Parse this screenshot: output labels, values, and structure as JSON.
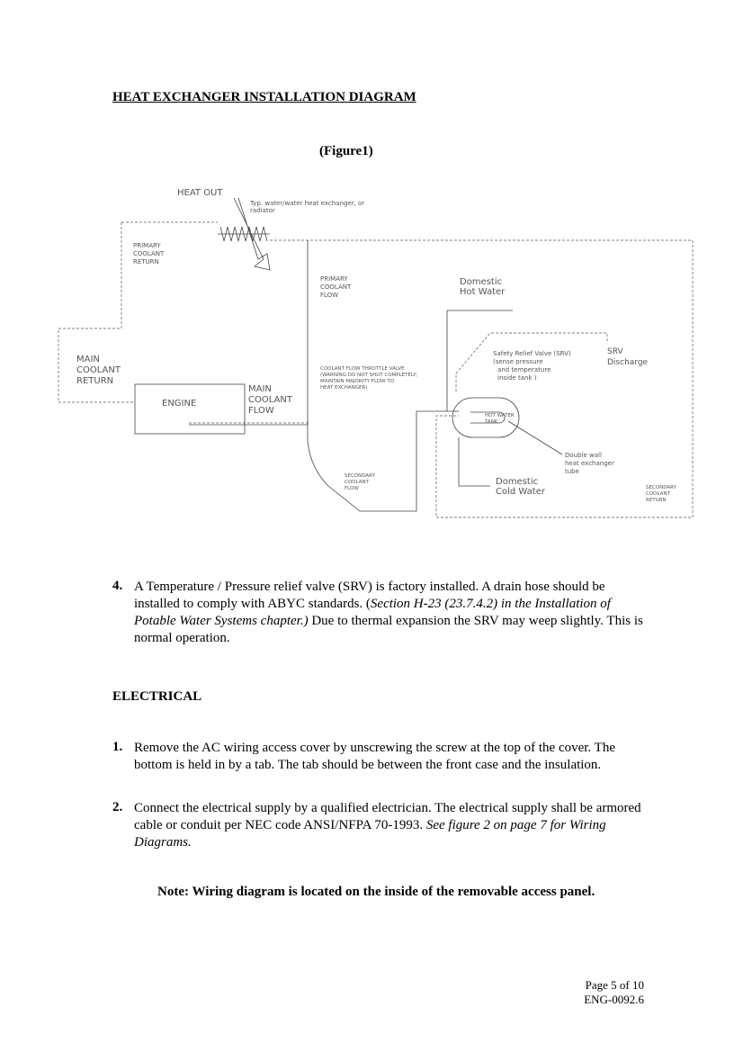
{
  "title": "HEAT EXCHANGER INSTALLATION DIAGRAM",
  "figure_caption": "(Figure1)",
  "diagram": {
    "heat_out": "HEAT OUT",
    "heat_exchanger_note_1": "Typ. water/water heat exchanger, or",
    "heat_exchanger_note_2": "radiator",
    "primary_coolant_return": [
      "PRIMARY",
      "COOLANT",
      "RETURN"
    ],
    "primary_coolant_flow": [
      "PRIMARY",
      "COOLANT",
      "FLOW"
    ],
    "domestic_hot_water": [
      "Domestic",
      "Hot Water"
    ],
    "main_coolant_return": [
      "MAIN",
      "COOLANT",
      "RETURN"
    ],
    "engine": "ENGINE",
    "main_coolant_flow": [
      "MAIN",
      "COOLANT",
      "FLOW"
    ],
    "throttle_valve": [
      "COOLANT FLOW THROTTLE VALVE",
      "(WARNING DO NOT SHUT COMPLETELY;",
      "MAINTAIN MAJORITY FLOW TO",
      "HEAT EXCHANGER)"
    ],
    "srv_note": [
      "Safety Relief Valve (SRV)",
      "(sense pressure",
      "and temperature",
      "inside tank )"
    ],
    "srv_discharge": [
      "SRV",
      "Discharge"
    ],
    "hot_water_tank": [
      "HOT WATER",
      "TANK"
    ],
    "double_wall": [
      "Double wall",
      "heat exchanger",
      "tube"
    ],
    "secondary_coolant_flow": [
      "SECONDARY",
      "COOLANT",
      "FLOW"
    ],
    "domestic_cold_water": [
      "Domestic",
      "Cold Water"
    ],
    "secondary_coolant_return": [
      "SECONDARY",
      "COOLANT",
      "RETURN"
    ]
  },
  "item4": {
    "number": "4.",
    "text_a": "A Temperature / Pressure relief valve (SRV) is factory installed. A drain hose should be installed to comply with ABYC standards. (",
    "text_italic": "Section H-23 (23.7.4.2) in the Installation of Potable Water Systems chapter.)",
    "text_b": " Due to thermal expansion the SRV may weep slightly.  This is normal operation."
  },
  "electrical_heading": "ELECTRICAL",
  "electrical_items": [
    {
      "number": "1.",
      "text": "Remove the AC wiring access cover by unscrewing the screw at the top of the cover. The bottom is held in by a tab. The tab should be between the front case and the insulation."
    },
    {
      "number": "2.",
      "text": "Connect the electrical supply by a qualified electrician. The electrical supply shall be armored cable or conduit per NEC code ANSI/NFPA 70-1993. ",
      "italic": "See figure 2 on page 7 for Wiring Diagrams."
    }
  ],
  "note": "Note: Wiring diagram is located on the inside of the removable access panel.",
  "footer": {
    "page": "Page 5 of 10",
    "doc": "ENG-0092.6"
  }
}
